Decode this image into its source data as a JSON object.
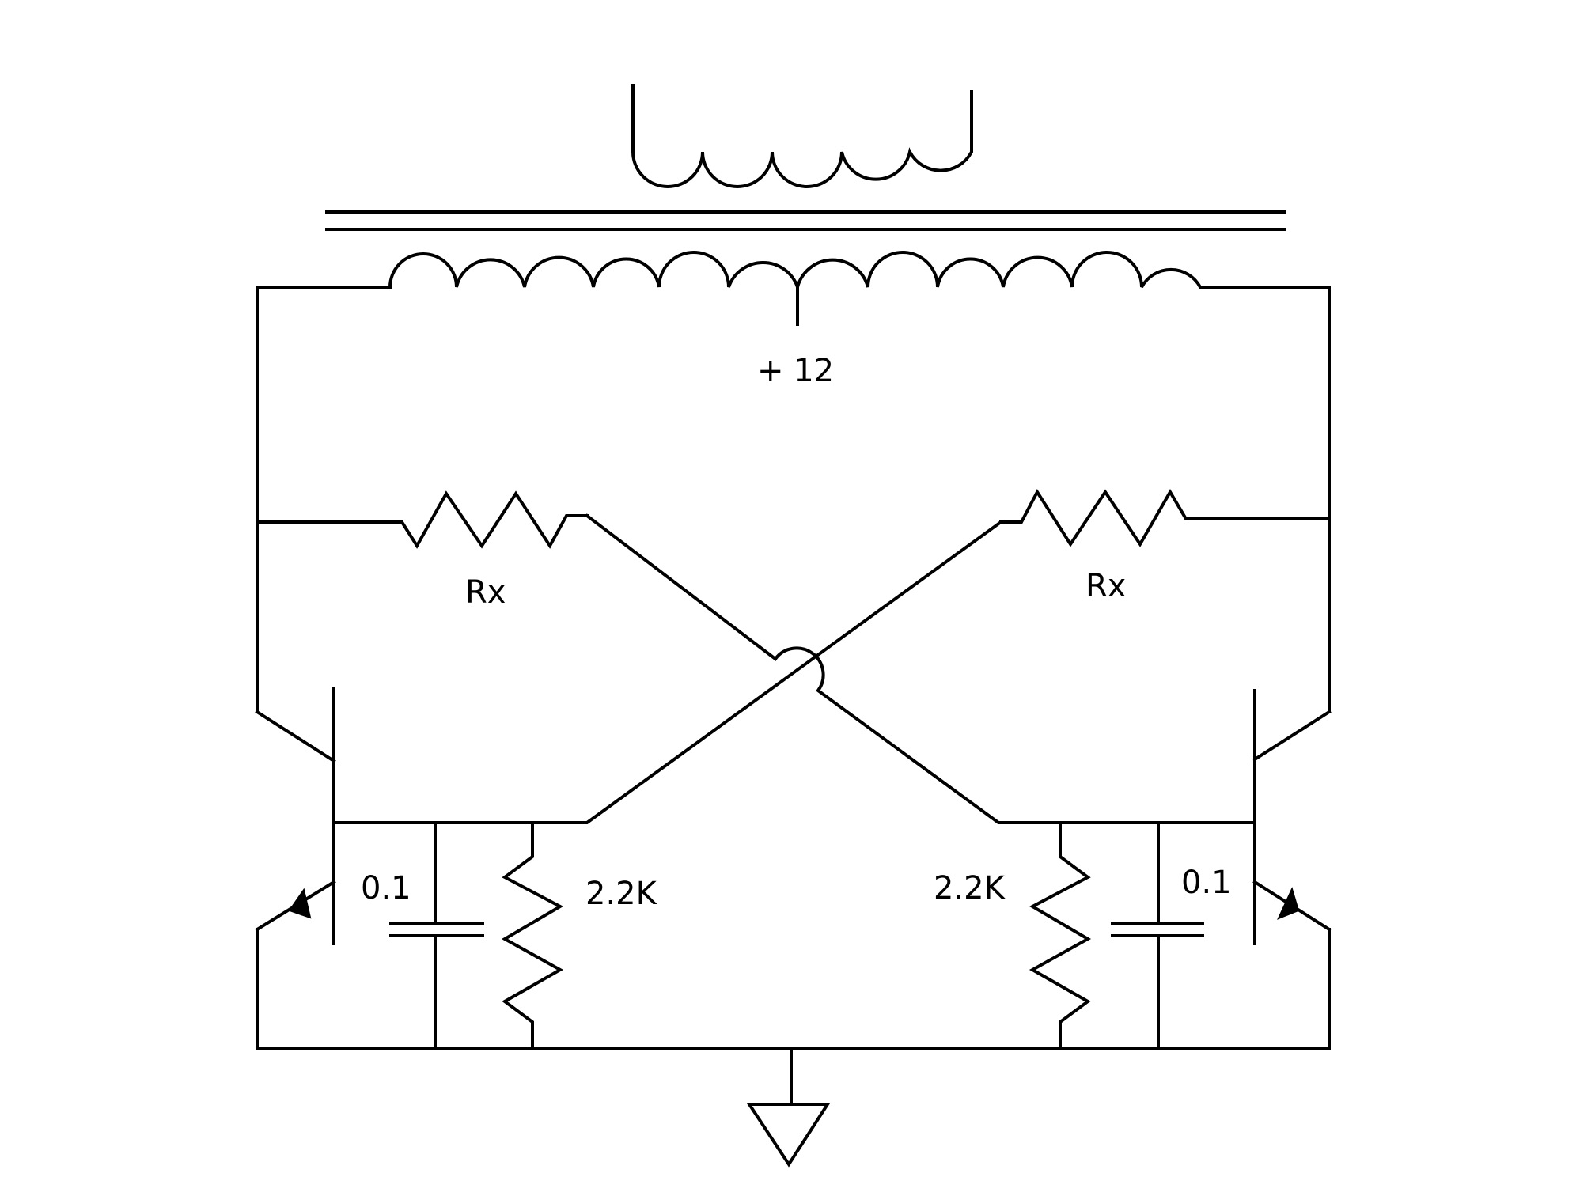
{
  "labels": {
    "supply": "+ 12",
    "rx_left": "Rx",
    "rx_right": "Rx",
    "cap_left": "0.1",
    "cap_right": "0.1",
    "r_left": "2.2K",
    "r_right": "2.2K"
  },
  "colors": {
    "background": "#ffffff",
    "ink": "#000000"
  }
}
